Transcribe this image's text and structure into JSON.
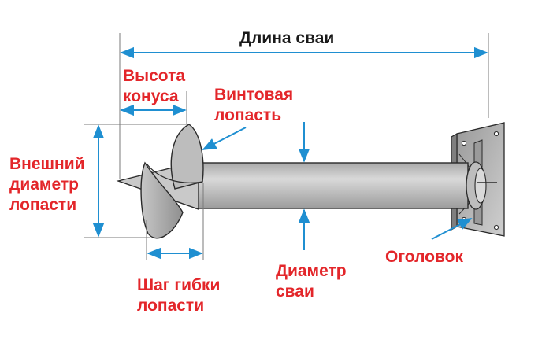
{
  "labels": {
    "pile_length": "Длина сваи",
    "cone_height": "Высота\nконуса",
    "screw_blade": "Винтовая\nлопасть",
    "outer_blade_diameter": "Внешний\nдиаметр\nлопасти",
    "blade_pitch": "Шаг гибки\nлопасти",
    "pile_diameter": "Диаметр\nсваи",
    "pile_head": "Оголовок"
  },
  "colors": {
    "red_label": "#e3262a",
    "black_label": "#1a1a1a",
    "dimension_line": "#1f8fd1",
    "metal_light": "#d6d6d6",
    "metal_mid": "#b4b4b4",
    "metal_dark": "#8a8a8a",
    "outline": "#2a2a2a"
  }
}
